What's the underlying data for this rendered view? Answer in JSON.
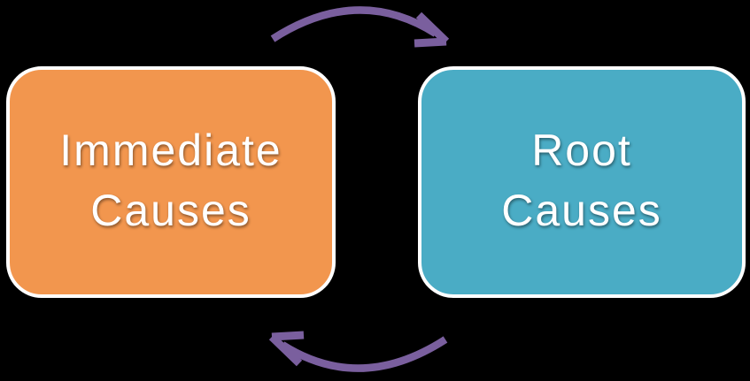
{
  "background_color": "#000000",
  "nodes": [
    {
      "id": "immediate-causes",
      "label": "Immediate Causes",
      "lines": [
        "Immediate",
        "Causes"
      ],
      "fill": "#F2964E",
      "border_color": "#FFFFFF",
      "text_color": "#FFFFFF"
    },
    {
      "id": "root-causes",
      "label": "Root Causes",
      "lines": [
        "Root",
        "Causes"
      ],
      "fill": "#4AACC5",
      "border_color": "#FFFFFF",
      "text_color": "#FFFFFF"
    }
  ],
  "arrows": [
    {
      "id": "top-arrow",
      "from": "Immediate Causes",
      "to": "Root Causes",
      "direction": "left-to-right",
      "color": "#7A5F9E"
    },
    {
      "id": "bottom-arrow",
      "from": "Root Causes",
      "to": "Immediate Causes",
      "direction": "right-to-left",
      "color": "#7A5F9E"
    }
  ]
}
